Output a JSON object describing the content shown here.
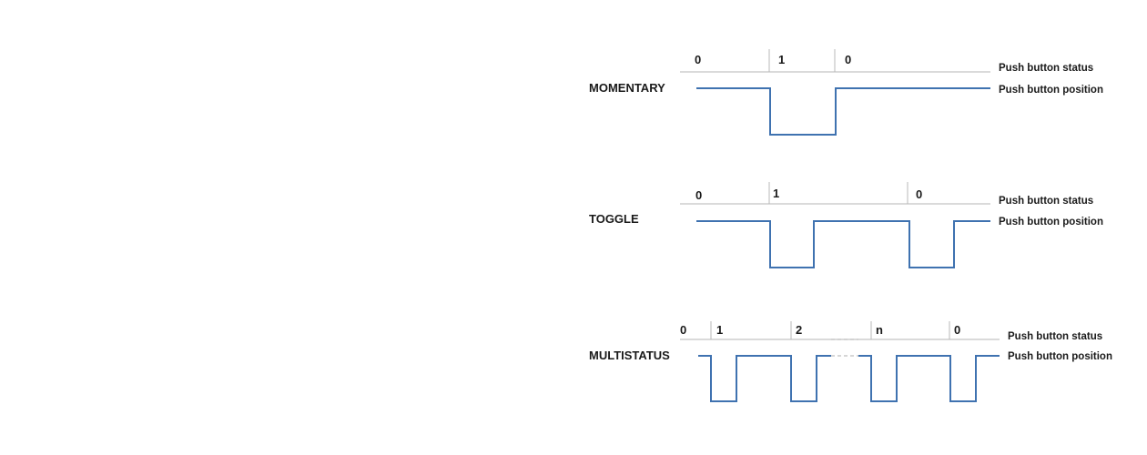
{
  "colors": {
    "wave": "#3f72b0",
    "status_line": "#c4c4c4",
    "divider": "#b8b8b8",
    "gap_dash": "#c8c8c8",
    "text": "#1a1a1a"
  },
  "diagrams": [
    {
      "id": "momentary",
      "mode_label": "MOMENTARY",
      "status_label": "Push button status",
      "position_label": "Push button position",
      "states": [
        "0",
        "1",
        "0"
      ]
    },
    {
      "id": "toggle",
      "mode_label": "TOGGLE",
      "status_label": "Push button status",
      "position_label": "Push button position",
      "states": [
        "0",
        "1",
        "0"
      ]
    },
    {
      "id": "multistatus",
      "mode_label": "MULTISTATUS",
      "status_label": "Push button status",
      "position_label": "Push button position",
      "states": [
        "0",
        "1",
        "2",
        "n",
        "0"
      ]
    }
  ]
}
